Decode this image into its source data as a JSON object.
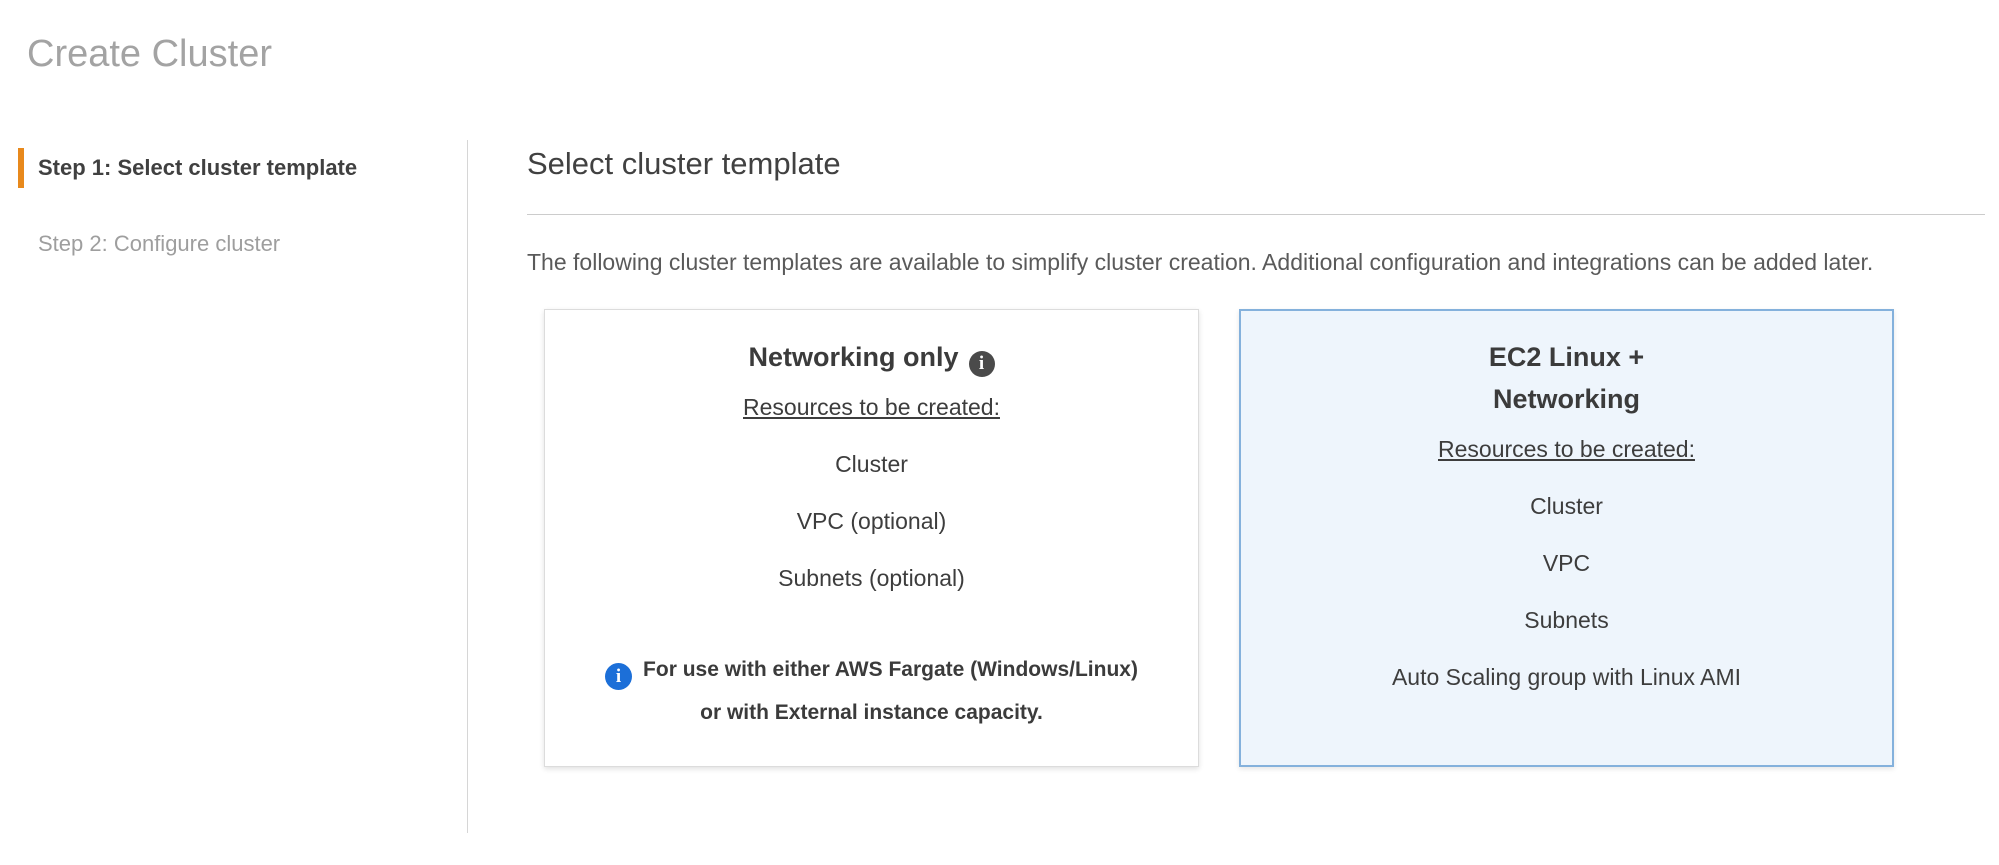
{
  "page": {
    "title": "Create Cluster"
  },
  "steps": [
    {
      "label": "Step 1: Select cluster template",
      "active": true
    },
    {
      "label": "Step 2: Configure cluster",
      "active": false
    }
  ],
  "main": {
    "heading": "Select cluster template",
    "description": "The following cluster templates are available to simplify cluster creation. Additional configuration and integrations can be added later.",
    "cards": [
      {
        "title": "Networking only",
        "info_icon": "info-icon",
        "resources_heading": "Resources to be created:",
        "resources": [
          "Cluster",
          "VPC (optional)",
          "Subnets (optional)"
        ],
        "note_lines": [
          "For use with either AWS Fargate (Windows/Linux)",
          "or with External instance capacity."
        ],
        "selected": false
      },
      {
        "title_line1": "EC2 Linux +",
        "title_line2": "Networking",
        "resources_heading": "Resources to be created:",
        "resources": [
          "Cluster",
          "VPC",
          "Subnets",
          "Auto Scaling group with Linux AMI"
        ],
        "selected": true
      }
    ]
  },
  "icons": {
    "info_glyph": "i"
  },
  "colors": {
    "accent_orange": "#e8891c",
    "selected_card_border": "#84b1dc",
    "selected_card_bg": "#eef5fc",
    "info_icon_blue": "#1c6fd8",
    "info_icon_dark": "#4a4a4a",
    "page_title_gray": "#a3a3a3"
  }
}
